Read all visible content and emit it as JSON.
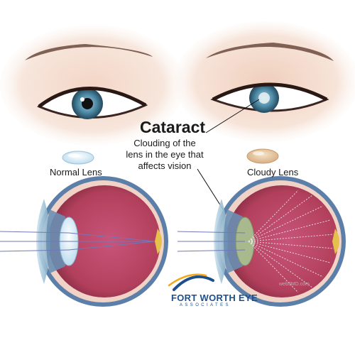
{
  "callout": {
    "title": "Cataract",
    "description": "Clouding of the lens in the eye that affects vision"
  },
  "labels": {
    "normal_lens": "Normal Lens",
    "cloudy_lens": "Cloudy Lens"
  },
  "watermark": "web3MD.com",
  "logo": {
    "line1": "FORT WORTH EYE",
    "line2": "ASSOCIATES"
  },
  "colors": {
    "eyeball_interior": "#b2405c",
    "sclera_rim": "#f1d2c6",
    "iris_blue": "#4d88a3",
    "light_ray": "#6f78b8",
    "normal_lens": "#dff0f8",
    "cloudy_lens": "#e3c39d",
    "logo_blue": "#1c4f8c"
  }
}
